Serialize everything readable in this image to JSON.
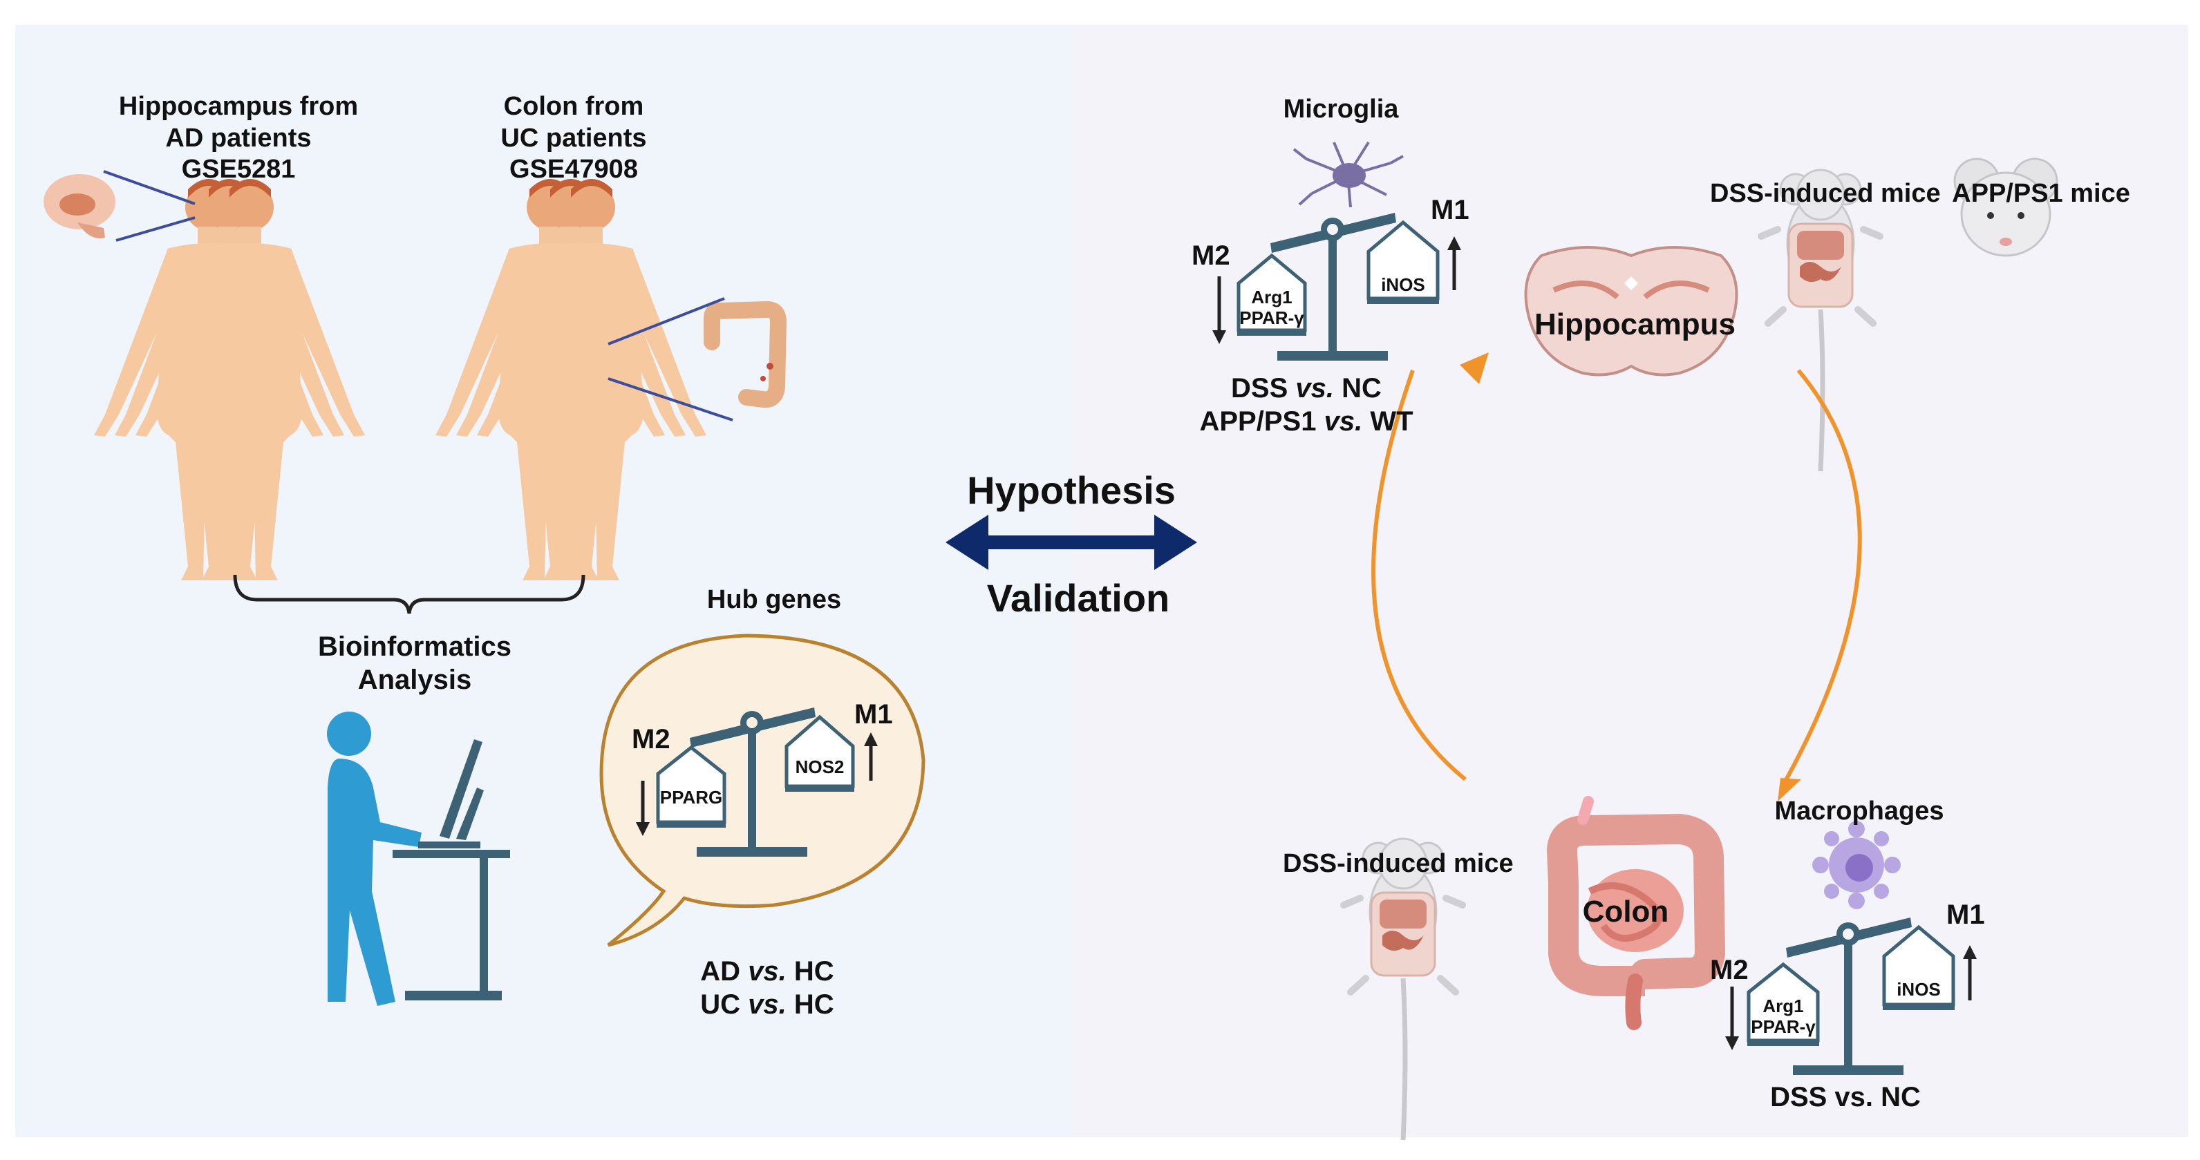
{
  "left": {
    "ad_source": [
      "Hippocampus from",
      "AD patients",
      "GSE5281"
    ],
    "uc_source": [
      "Colon from",
      "UC patients",
      "GSE47908"
    ],
    "bioinformatics": [
      "Bioinformatics",
      "Analysis"
    ],
    "hub_genes_title": "Hub genes",
    "hub_balance": {
      "m2_label": "M2",
      "m1_label": "M1",
      "m2_gene": "PPARG",
      "m1_gene": "NOS2"
    },
    "comparisons": [
      "AD",
      "vs.",
      "HC",
      "UC",
      "vs.",
      "HC"
    ]
  },
  "center": {
    "hypothesis": "Hypothesis",
    "validation": "Validation"
  },
  "right": {
    "microglia": {
      "title": "Microglia",
      "m2_label": "M2",
      "m1_label": "M1",
      "m2_genes": [
        "Arg1",
        "PPAR-γ"
      ],
      "m1_gene": "iNOS",
      "comparisons": [
        "DSS",
        "vs.",
        "NC",
        "APP/PS1",
        "vs.",
        "WT"
      ]
    },
    "hippocampus_label": "Hippocampus",
    "dss_mice_top": "DSS-induced mice",
    "app_ps1_mice": "APP/PS1 mice",
    "dss_mice_bottom": "DSS-induced mice",
    "colon_label": "Colon",
    "macrophages": {
      "title": "Macrophages",
      "m2_label": "M2",
      "m1_label": "M1",
      "m2_genes": [
        "Arg1",
        "PPAR-γ"
      ],
      "m1_gene": "iNOS",
      "comparison": "DSS vs. NC"
    }
  },
  "colors": {
    "balance": "#3e6275",
    "arrow_orange": "#f0932b",
    "arrow_navy": "#0f2a6b",
    "bubble": "#b8822f"
  }
}
